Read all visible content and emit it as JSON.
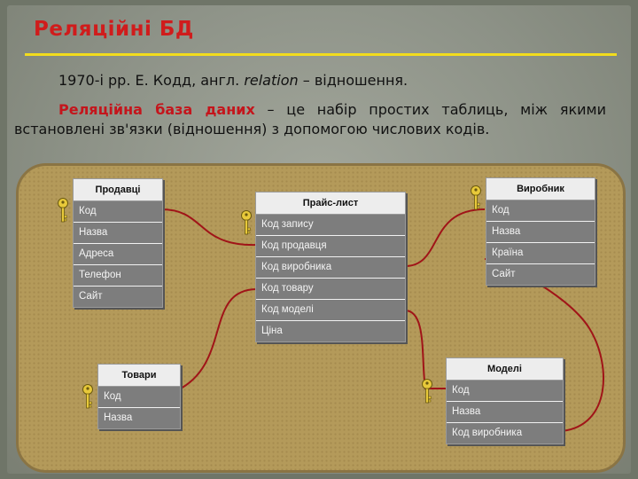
{
  "title": "Реляційні БД",
  "intro": {
    "line1": "1970-і рр. Е. Кодд, англ. ",
    "relation_word": "relation",
    "line1_tail": " – відношення."
  },
  "definition": {
    "term": "Реляційна база даних",
    "text": " – це набір простих таблиць, між якими встановлені зв'язки (відношення) з допомогою числових кодів."
  },
  "colors": {
    "title": "#d01c1c",
    "accent_line": "#f2dc1d",
    "link": "#a01418",
    "panel": "#b49a5a"
  },
  "tables": {
    "sellers": {
      "name": "Продавці",
      "fields": [
        "Код",
        "Назва",
        "Адреса",
        "Телефон",
        "Сайт"
      ]
    },
    "pricelist": {
      "name": "Прайс-лист",
      "fields": [
        "Код запису",
        "Код продавця",
        "Код виробника",
        "Код товару",
        "Код моделі",
        "Ціна"
      ]
    },
    "manufacturer": {
      "name": "Виробник",
      "fields": [
        "Код",
        "Назва",
        "Країна",
        "Сайт"
      ]
    },
    "goods": {
      "name": "Товари",
      "fields": [
        "Код",
        "Назва"
      ]
    },
    "models": {
      "name": "Моделі",
      "fields": [
        "Код",
        "Назва",
        "Код виробника"
      ]
    }
  },
  "icons": {
    "key": "key-icon"
  }
}
